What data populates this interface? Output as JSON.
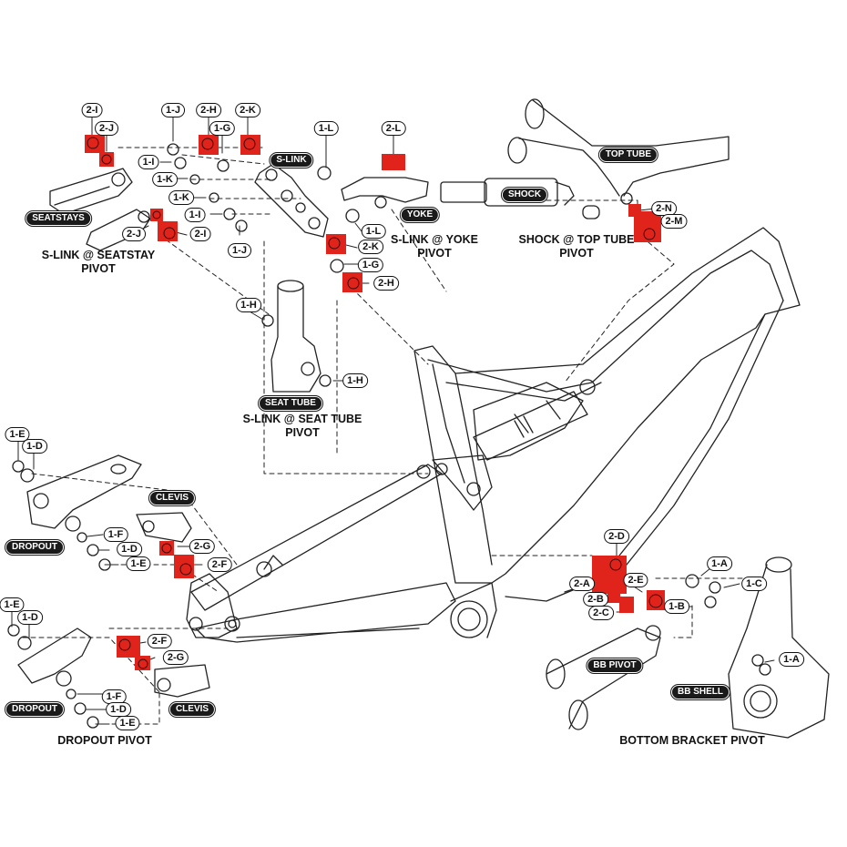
{
  "diagram": {
    "subject": "Full-suspension bicycle frame pivot hardware exploded view",
    "colors": {
      "hardware_highlight": "#e0241b",
      "linework": "#222222",
      "badge_bg": "#1a1a1a"
    },
    "section_titles": {
      "seatstay": [
        "S-LINK @ SEATSTAY",
        "PIVOT"
      ],
      "yoke": [
        "S-LINK @ YOKE",
        "PIVOT"
      ],
      "shock_toptube": [
        "SHOCK @ TOP TUBE",
        "PIVOT"
      ],
      "seattube": [
        "S-LINK @ SEAT TUBE",
        "PIVOT"
      ],
      "dropout": [
        "DROPOUT PIVOT"
      ],
      "bb": [
        "BOTTOM BRACKET PIVOT"
      ]
    },
    "part_badges": {
      "seatstays": "SEATSTAYS",
      "slink": "S-LINK",
      "yoke": "YOKE",
      "shock": "SHOCK",
      "top_tube": "TOP TUBE",
      "seat_tube": "SEAT TUBE",
      "clevis_upper": "CLEVIS",
      "dropout_upper": "DROPOUT",
      "dropout_lower": "DROPOUT",
      "clevis_lower": "CLEVIS",
      "bb_pivot": "BB PIVOT",
      "bb_shell": "BB SHELL"
    },
    "callouts": [
      {
        "id": "c01",
        "label": "2-I"
      },
      {
        "id": "c02",
        "label": "2-J"
      },
      {
        "id": "c03",
        "label": "1-J"
      },
      {
        "id": "c04",
        "label": "2-H"
      },
      {
        "id": "c05",
        "label": "1-G"
      },
      {
        "id": "c06",
        "label": "2-K"
      },
      {
        "id": "c07",
        "label": "1-I"
      },
      {
        "id": "c08",
        "label": "1-K"
      },
      {
        "id": "c09",
        "label": "1-K"
      },
      {
        "id": "c10",
        "label": "1-I"
      },
      {
        "id": "c11",
        "label": "2-J"
      },
      {
        "id": "c12",
        "label": "2-I"
      },
      {
        "id": "c13",
        "label": "1-J"
      },
      {
        "id": "c14",
        "label": "1-L"
      },
      {
        "id": "c15",
        "label": "2-L"
      },
      {
        "id": "c16",
        "label": "1-L"
      },
      {
        "id": "c17",
        "label": "2-K"
      },
      {
        "id": "c18",
        "label": "1-G"
      },
      {
        "id": "c19",
        "label": "2-H"
      },
      {
        "id": "c20",
        "label": "2-N"
      },
      {
        "id": "c21",
        "label": "2-M"
      },
      {
        "id": "c22",
        "label": "1-H"
      },
      {
        "id": "c23",
        "label": "1-H"
      },
      {
        "id": "c24",
        "label": "1-E"
      },
      {
        "id": "c25",
        "label": "1-D"
      },
      {
        "id": "c26",
        "label": "1-F"
      },
      {
        "id": "c27",
        "label": "1-D"
      },
      {
        "id": "c28",
        "label": "1-E"
      },
      {
        "id": "c29",
        "label": "2-G"
      },
      {
        "id": "c30",
        "label": "2-F"
      },
      {
        "id": "c31",
        "label": "1-E"
      },
      {
        "id": "c32",
        "label": "1-D"
      },
      {
        "id": "c33",
        "label": "2-F"
      },
      {
        "id": "c34",
        "label": "2-G"
      },
      {
        "id": "c35",
        "label": "1-F"
      },
      {
        "id": "c36",
        "label": "1-D"
      },
      {
        "id": "c37",
        "label": "1-E"
      },
      {
        "id": "c38",
        "label": "2-D"
      },
      {
        "id": "c39",
        "label": "2-A"
      },
      {
        "id": "c40",
        "label": "2-E"
      },
      {
        "id": "c41",
        "label": "2-B"
      },
      {
        "id": "c42",
        "label": "2-C"
      },
      {
        "id": "c43",
        "label": "1-A"
      },
      {
        "id": "c44",
        "label": "1-C"
      },
      {
        "id": "c45",
        "label": "1-B"
      },
      {
        "id": "c46",
        "label": "1-A"
      }
    ]
  }
}
